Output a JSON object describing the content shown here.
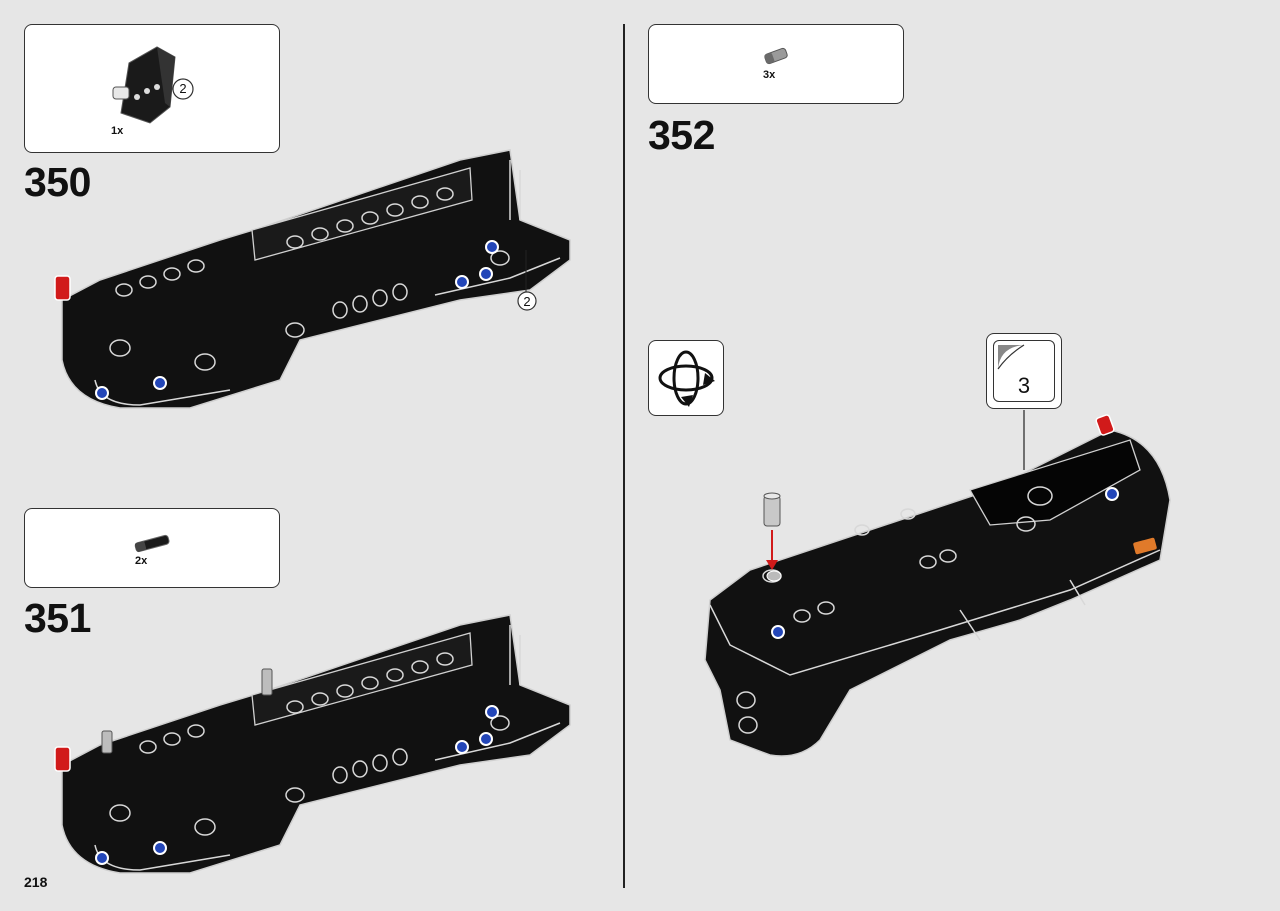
{
  "page": {
    "number": "218"
  },
  "steps": [
    {
      "number": "350",
      "parts": [
        {
          "qty": "1x",
          "icon": "black-bracket-piece-icon",
          "callout": "2"
        }
      ],
      "model_callout": "2"
    },
    {
      "number": "351",
      "parts": [
        {
          "qty": "2x",
          "icon": "black-axle-pin-icon"
        }
      ]
    },
    {
      "number": "352",
      "parts": [
        {
          "qty": "3x",
          "icon": "grey-bush-pin-icon"
        }
      ],
      "submodel_ref": "3",
      "rotate_icon": "rotate-model-icon"
    }
  ],
  "colors": {
    "background": "#e6e6e6",
    "model": "#111111",
    "outline": "#d9d9d9",
    "accent_red": "#d11a1a",
    "accent_blue": "#2346b8",
    "accent_orange": "#e07a2a"
  }
}
